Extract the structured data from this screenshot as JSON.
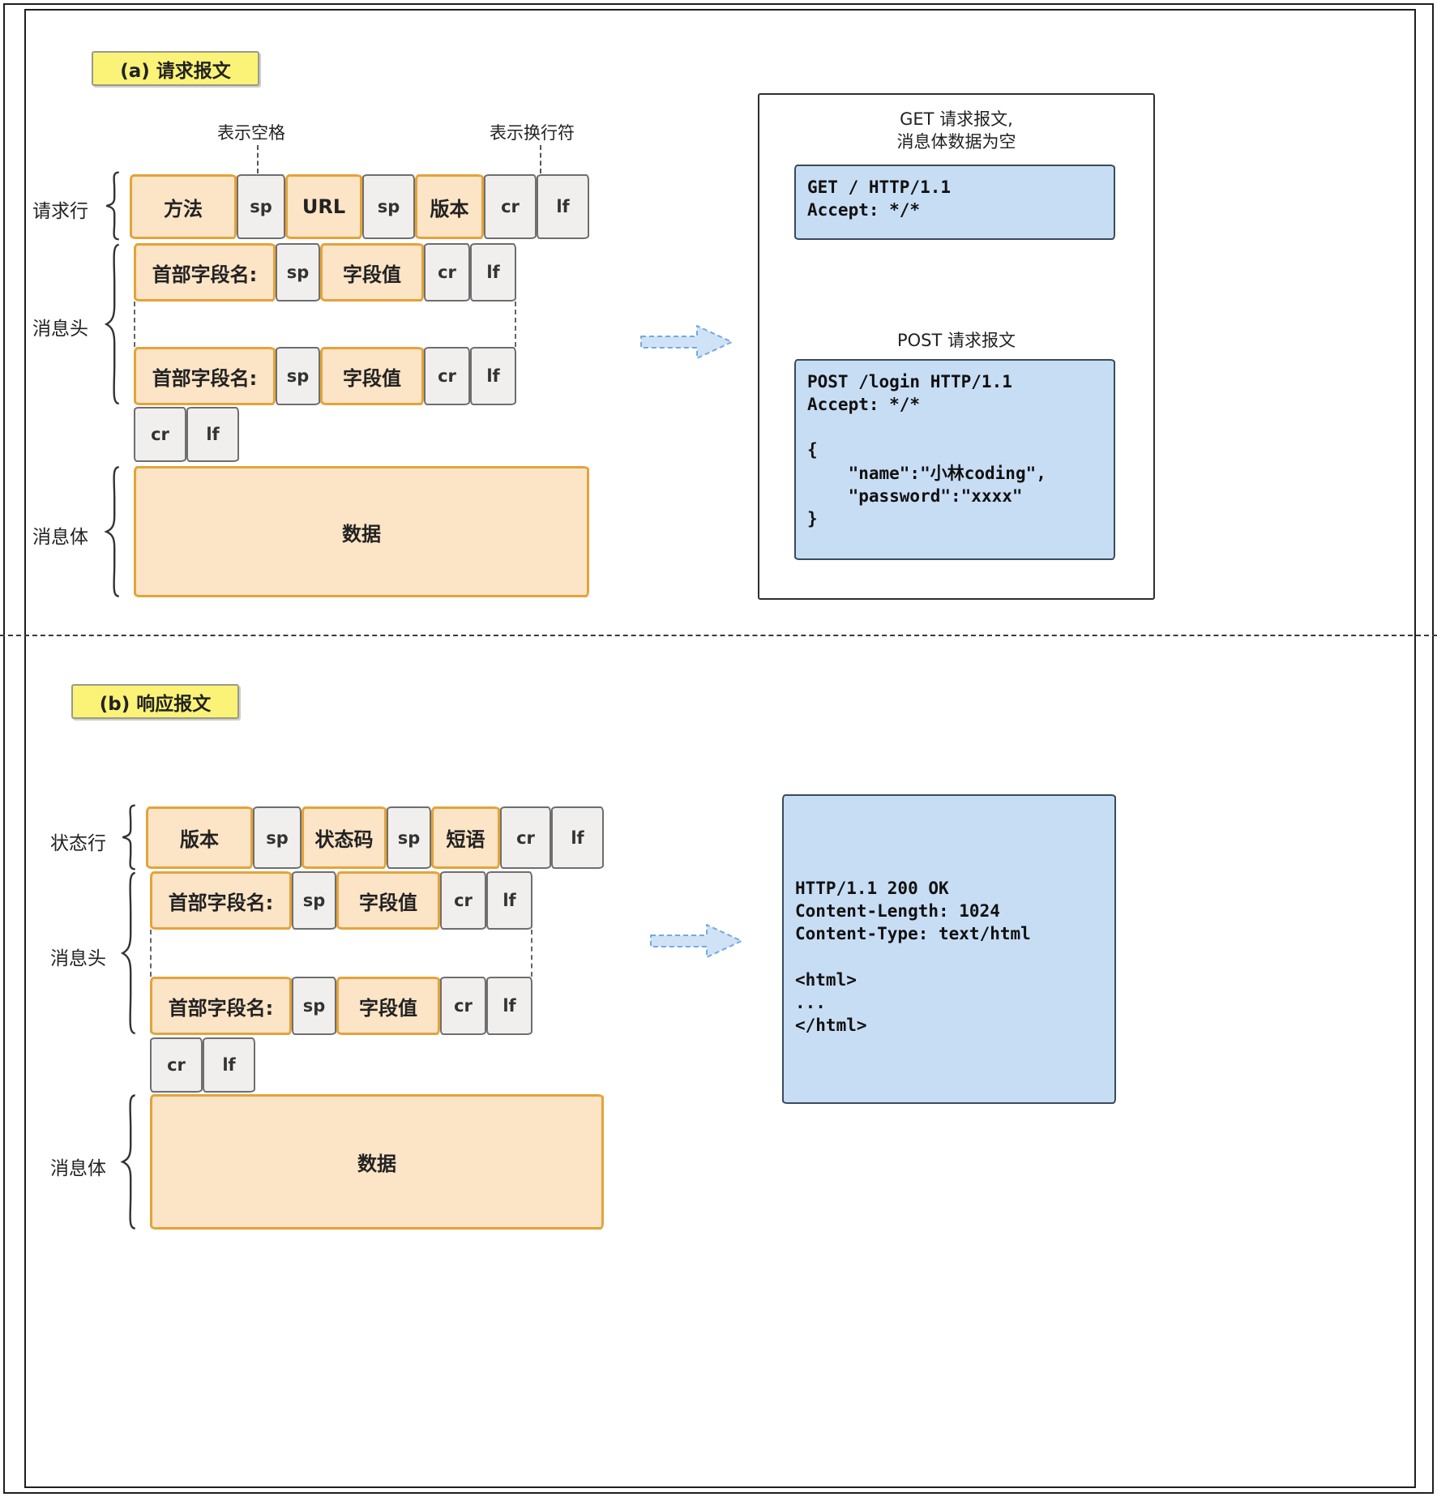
{
  "colors": {
    "title_highlight": "#faf378",
    "field_fill": "#fce4c6",
    "field_border": "#e3a33c",
    "control_fill": "#f0efee",
    "control_border": "#6e6e6e",
    "code_fill": "#c7ddf4",
    "arrow_fill": "#cfe2f6",
    "arrow_stroke": "#74a9e0"
  },
  "a": {
    "title": "(a) 请求报文",
    "ann_space": "表示空格",
    "ann_newline": "表示换行符",
    "lbl_line": "请求行",
    "lbl_headers": "消息头",
    "lbl_body": "消息体",
    "row1": [
      "方法",
      "sp",
      "URL",
      "sp",
      "版本",
      "cr",
      "lf"
    ],
    "header_row": [
      "首部字段名:",
      "sp",
      "字段值",
      "cr",
      "lf"
    ],
    "crlf": [
      "cr",
      "lf"
    ],
    "body": "数据",
    "panel": {
      "get_title": "GET 请求报文,\n消息体数据为空",
      "get_code": "GET / HTTP/1.1\nAccept: */*",
      "post_title": "POST 请求报文",
      "post_code": "POST /login HTTP/1.1\nAccept: */*\n\n{\n    \"name\":\"小林coding\",\n    \"password\":\"xxxx\"\n}"
    }
  },
  "b": {
    "title": "(b) 响应报文",
    "lbl_line": "状态行",
    "lbl_headers": "消息头",
    "lbl_body": "消息体",
    "row1": [
      "版本",
      "sp",
      "状态码",
      "sp",
      "短语",
      "cr",
      "lf"
    ],
    "header_row": [
      "首部字段名:",
      "sp",
      "字段值",
      "cr",
      "lf"
    ],
    "crlf": [
      "cr",
      "lf"
    ],
    "body": "数据",
    "code": "HTTP/1.1 200 OK\nContent-Length: 1024\nContent-Type: text/html\n\n<html>\n...\n</html>"
  }
}
